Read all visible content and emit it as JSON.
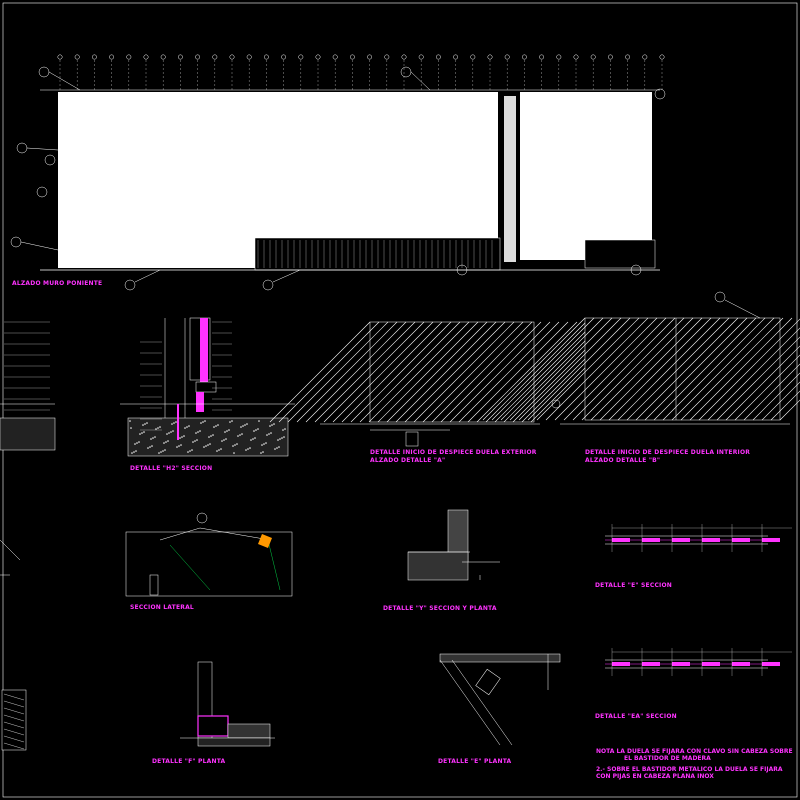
{
  "drawing": {
    "title_main": "ALZADO MURO PONIENTE",
    "details": [
      {
        "key": "h2",
        "title": "DETALLE \"H2\" SECCION"
      },
      {
        "key": "duela_ext_1",
        "title": "DETALLE INICIO DE DESPIECE DUELA EXTERIOR"
      },
      {
        "key": "duela_ext_2",
        "title": "ALZADO DETALLE \"A\""
      },
      {
        "key": "duela_int_1",
        "title": "DETALLE INICIO DE DESPIECE DUELA INTERIOR"
      },
      {
        "key": "duela_int_2",
        "title": "ALZADO DETALLE \"B\""
      },
      {
        "key": "lateral",
        "title": "SECCION LATERAL"
      },
      {
        "key": "seccion_planta",
        "title": "DETALLE \"Y\" SECCION Y PLANTA"
      },
      {
        "key": "e_seccion",
        "title": "DETALLE \"E\" SECCION"
      },
      {
        "key": "f_planta",
        "title": "DETALLE \"F\" PLANTA"
      },
      {
        "key": "e_planta",
        "title": "DETALLE \"E\" PLANTA"
      },
      {
        "key": "ea_seccion",
        "title": "DETALLE \"EA\" SECCION"
      }
    ],
    "notes": [
      "NOTA LA DUELA SE FIJARA CON CLAVO SIN CABEZA SOBRE",
      "EL BASTIDOR DE MADERA",
      "2.- SOBRE EL BASTIDOR METALICO LA DUELA SE FIJARA",
      "CON PIJAS EN CABEZA PLANA INOX"
    ],
    "colors": {
      "background": "#000000",
      "linework": "#ffffff",
      "titles": "#ff33ff",
      "hatch": "#ffffff"
    }
  }
}
